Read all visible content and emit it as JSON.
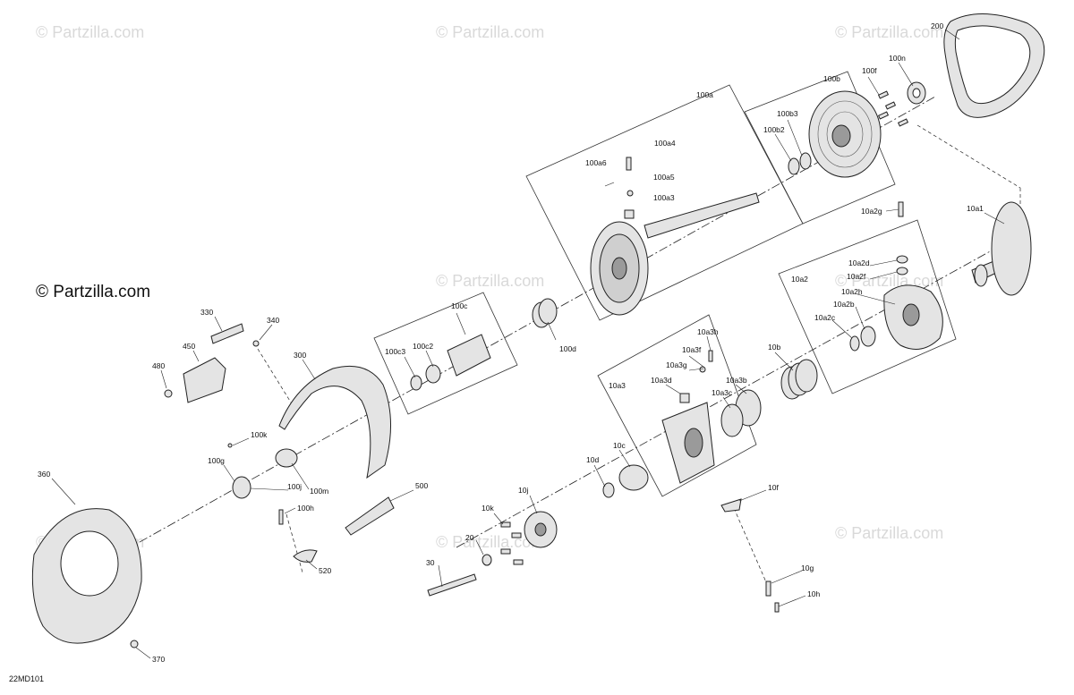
{
  "watermark": "© Partzilla.com",
  "drawing_code": "22MD101",
  "groups": {
    "g100a": "100a",
    "g100b": "100b",
    "g100c": "100c",
    "g10a2": "10a2",
    "g10a3": "10a3"
  },
  "callouts": [
    "200",
    "100f",
    "100n",
    "100b",
    "100b3",
    "100b2",
    "100a",
    "100a4",
    "100a6",
    "100a5",
    "100a3",
    "10a1",
    "10a2g",
    "10a2d",
    "10a2f",
    "10a2h",
    "10a2b",
    "10a2c",
    "10a2",
    "100c",
    "100c3",
    "100c2",
    "100d",
    "330",
    "340",
    "450",
    "480",
    "300",
    "10a3h",
    "10a3f",
    "10a3g",
    "10a3d",
    "10a3b",
    "10a3c",
    "10a3",
    "10b",
    "100k",
    "100g",
    "100j",
    "100m",
    "100h",
    "500",
    "520",
    "360",
    "370",
    "10d",
    "10c",
    "10j",
    "10k",
    "20",
    "30",
    "10f",
    "10g",
    "10h"
  ],
  "colors": {
    "ink": "#222222",
    "part_fill": "#e4e4e4",
    "watermark": "#d9d9d9"
  }
}
